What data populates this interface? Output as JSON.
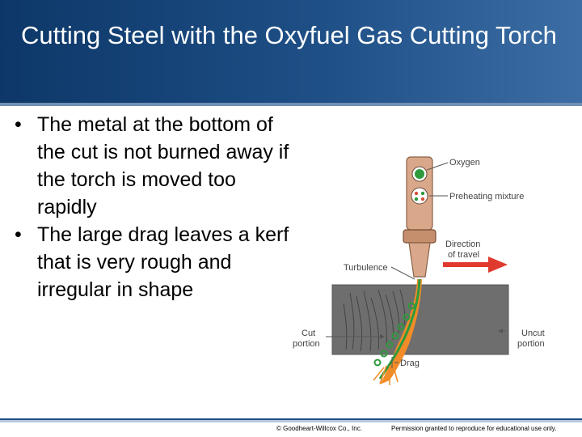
{
  "slide": {
    "title": "Cutting Steel with the Oxyfuel Gas Cutting Torch",
    "bullets": [
      "The metal at the bottom of the cut is not burned away if the torch is moved too rapidly",
      "The large drag leaves a kerf that is very rough and irregular in shape"
    ],
    "bullet_symbol": "•"
  },
  "figure": {
    "labels": {
      "oxygen": "Oxygen",
      "preheating": "Preheating mixture",
      "direction_line1": "Direction",
      "direction_line2": "of travel",
      "turbulence": "Turbulence",
      "cut_line1": "Cut",
      "cut_line2": "portion",
      "uncut_line1": "Uncut",
      "uncut_line2": "portion",
      "drag": "Drag"
    },
    "colors": {
      "plate": "#6e6e6e",
      "torch": "#d9a88a",
      "flame": "#f28c28",
      "oxygen_stream": "#2e9a3c",
      "arrow": "#e03a2f"
    }
  },
  "footer": {
    "copyright": "© Goodheart-Willcox Co., Inc.",
    "permission": "Permission granted to reproduce for educational use only."
  }
}
